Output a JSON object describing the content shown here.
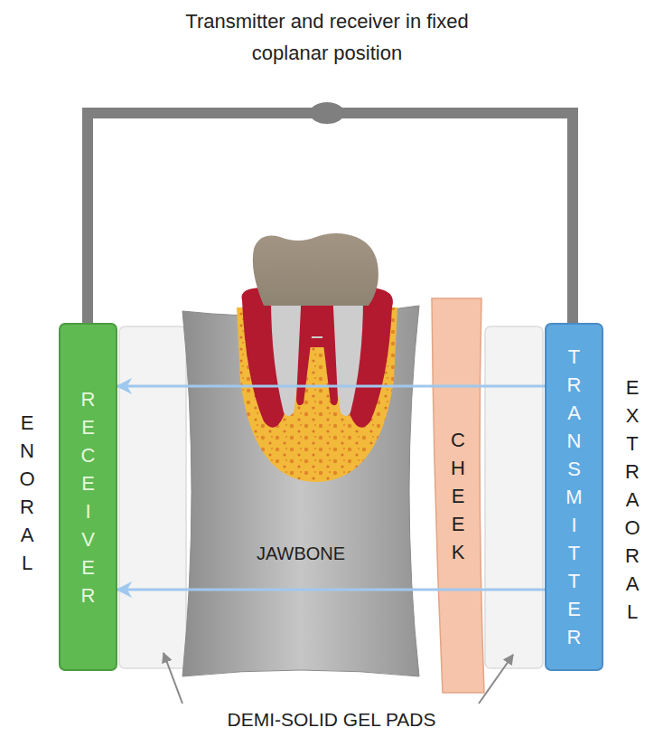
{
  "diagram": {
    "title": "Transmitter and receiver in fixed coplanar position",
    "nodes": [
      {
        "text": [
          "RECEIVER"
        ]
      },
      {
        "text": [
          "JAWBONE"
        ]
      },
      {
        "text": [
          "CHEEK"
        ]
      },
      {
        "text": [
          "TRANSMITTER"
        ]
      }
    ],
    "edges": [
      {
        "from": 3,
        "to": 0,
        "arrow": "to"
      },
      {
        "from": 3,
        "to": 0,
        "arrow": "to"
      }
    ],
    "labels": [
      "ENORAL",
      "EXTRAORAL",
      "DEMI-SOLID GEL PADS"
    ]
  }
}
